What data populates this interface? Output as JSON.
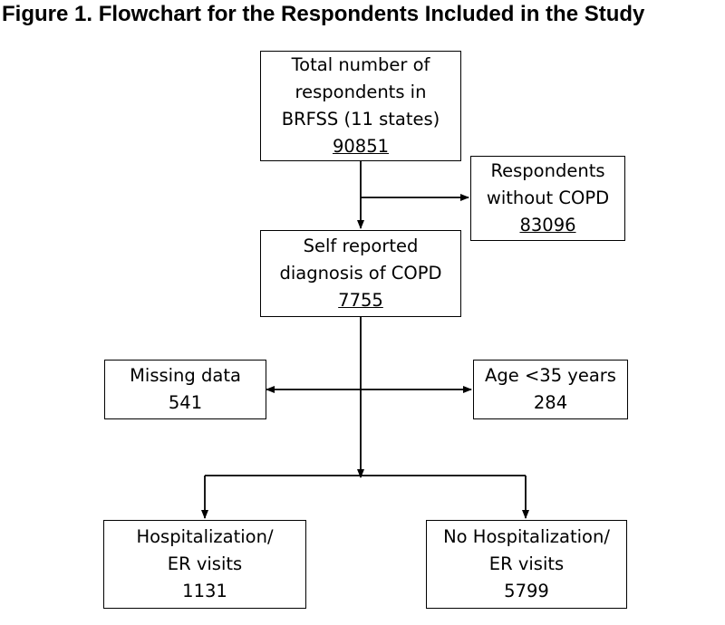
{
  "title": "Figure 1. Flowchart for the Respondents Included in the Study",
  "boxes": {
    "total": {
      "line1": "Total number of",
      "line2": "respondents in",
      "line3": "BRFSS (11 states)",
      "count": "90851"
    },
    "without_copd": {
      "line1": "Respondents",
      "line2": "without COPD",
      "count": "83096"
    },
    "copd": {
      "line1": "Self reported",
      "line2": "diagnosis of COPD",
      "count": "7755"
    },
    "missing": {
      "line1": "Missing data",
      "count": "541"
    },
    "age": {
      "line1": "Age <35 years",
      "count": "284"
    },
    "hosp": {
      "line1": "Hospitalization/",
      "line2": "ER visits",
      "count": "1131"
    },
    "no_hosp": {
      "line1": "No Hospitalization/",
      "line2": "ER visits",
      "count": "5799"
    }
  }
}
